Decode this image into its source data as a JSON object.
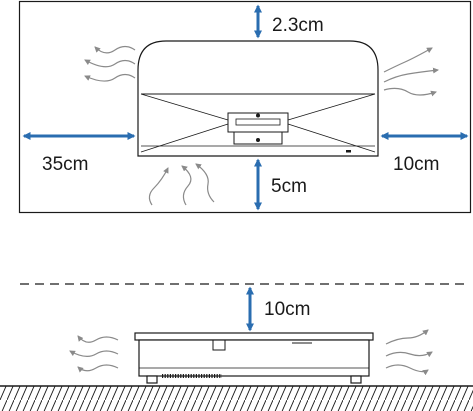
{
  "top_view": {
    "clearance_top": "2.3cm",
    "clearance_left": "35cm",
    "clearance_right": "10cm",
    "clearance_front": "5cm"
  },
  "side_view": {
    "clearance_above": "10cm"
  },
  "colors": {
    "arrow": "#2a6db0",
    "line": "#1a1a1a",
    "airflow": "#8a8a8a"
  }
}
